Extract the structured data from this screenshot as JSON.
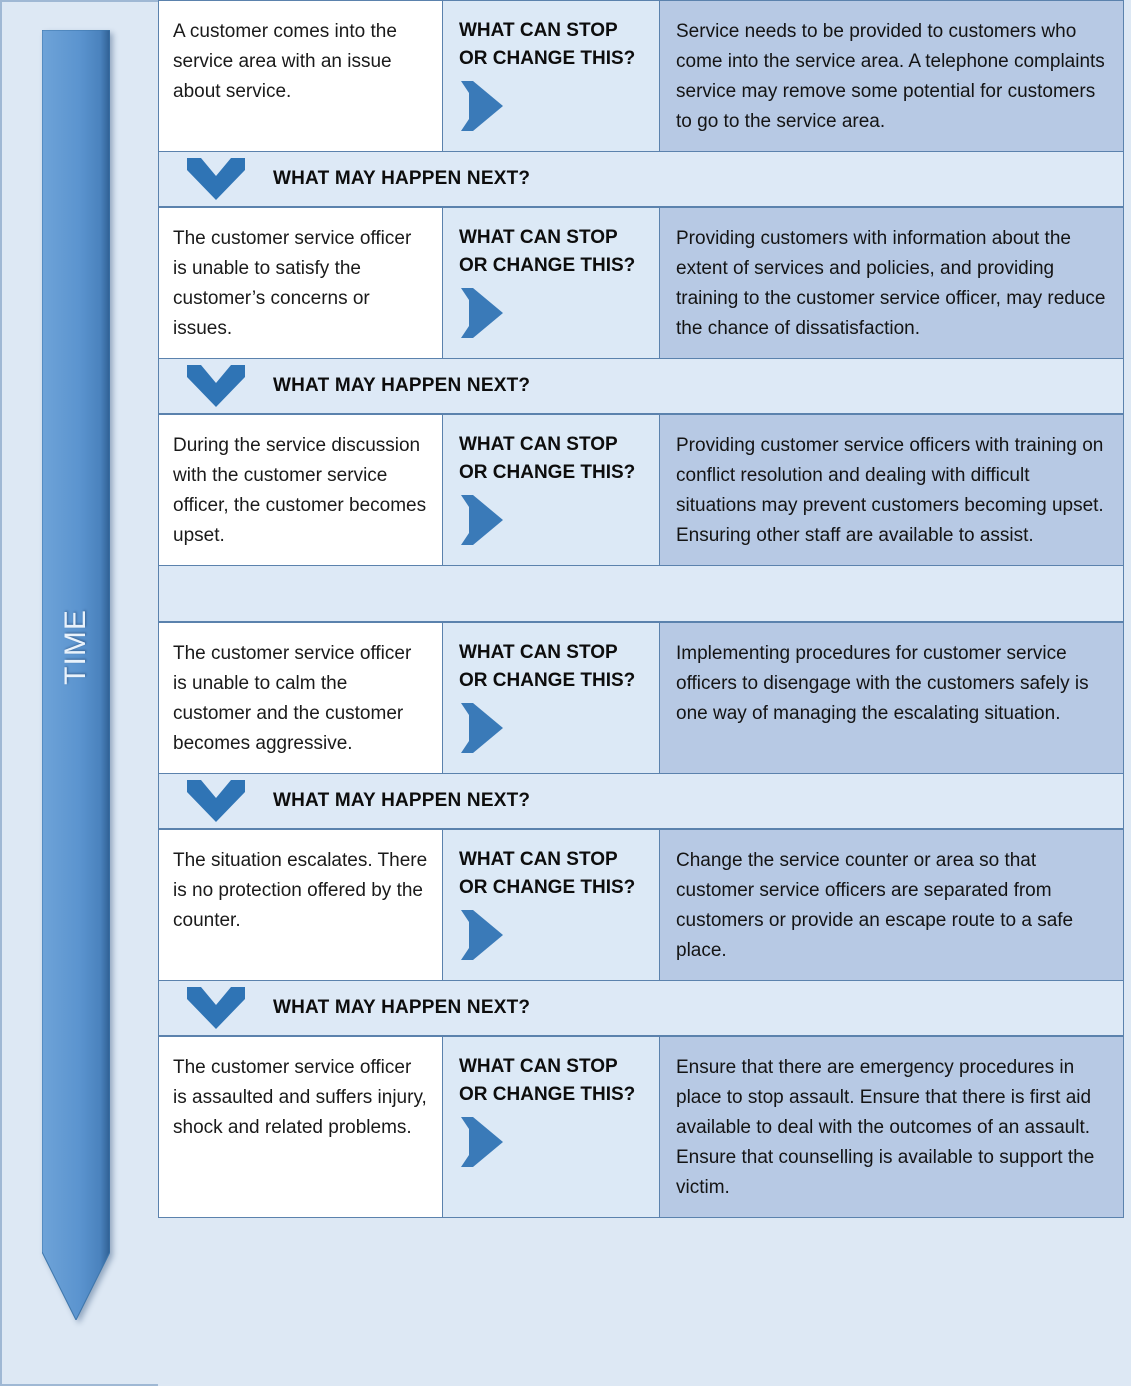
{
  "title": "Workplace violence escalation and control measures flowchart",
  "time_axis": {
    "label": "TIME",
    "direction": "downward",
    "icon": "down-arrow"
  },
  "colors": {
    "page_background": "#dde8f4",
    "scenario_cell": "#ffffff",
    "prompt_cell": "#dce9f6",
    "control_cell": "#b7c9e4",
    "separator_cell": "#dde9f6",
    "accent_blue": "#3a7ab8",
    "border": "#5b82ad",
    "time_arrow": "#5b94cf"
  },
  "prompt_label": {
    "line1": "WHAT CAN STOP",
    "line2": "OR CHANGE THIS?",
    "icon": "chevron-right-icon"
  },
  "separator_label": {
    "text": "WHAT MAY HAPPEN NEXT?",
    "icon": "chevron-down-icon"
  },
  "rows": [
    {
      "scenario": "A customer comes into the service area with an issue about service.",
      "prompt_line1": "WHAT CAN STOP",
      "prompt_line2": "OR CHANGE THIS?",
      "control": "Service needs to be provided to customers who come into the service area. A telephone complaints service may remove some potential for customers to go to the service area."
    },
    {
      "scenario": "The customer service officer is unable to satisfy the customer’s concerns or issues.",
      "prompt_line1": "WHAT CAN STOP",
      "prompt_line2": "OR CHANGE THIS?",
      "control": "Providing customers with information about the extent of services and policies, and providing training to the customer service officer, may reduce the chance of dissatisfaction."
    },
    {
      "scenario": "During the service discussion with the customer service officer, the customer becomes upset.",
      "prompt_line1": "WHAT CAN STOP",
      "prompt_line2": "OR CHANGE THIS?",
      "control": "Providing customer service officers with training on conflict resolution and dealing with difficult situations may prevent customers becoming upset. Ensuring other staff are available to assist."
    },
    {
      "scenario": "The customer service officer is unable to calm the customer and the customer becomes aggressive.",
      "prompt_line1": "WHAT CAN STOP",
      "prompt_line2": "OR CHANGE THIS?",
      "control": "Implementing procedures for customer service officers to disengage with the customers safely is one way of managing the escalating situation."
    },
    {
      "scenario": "The situation escalates. There is no protection offered by the counter.",
      "prompt_line1": "WHAT CAN STOP",
      "prompt_line2": "OR CHANGE THIS?",
      "control": "Change the service counter or area so that customer service officers are separated from customers or provide an escape route to a safe place."
    },
    {
      "scenario": "The customer service officer is assaulted and suffers injury, shock and related problems.",
      "prompt_line1": "WHAT CAN STOP",
      "prompt_line2": "OR CHANGE THIS?",
      "control": "Ensure that there are emergency procedures in place to stop assault. Ensure that there is first aid available to deal with the outcomes of an assault. Ensure that counselling is available to support the victim."
    }
  ],
  "separators": [
    {
      "text": "WHAT MAY HAPPEN NEXT?",
      "has_icon": true
    },
    {
      "text": "WHAT MAY HAPPEN NEXT?",
      "has_icon": true
    },
    {
      "text": "",
      "has_icon": false
    },
    {
      "text": "WHAT MAY HAPPEN NEXT?",
      "has_icon": true
    },
    {
      "text": "WHAT MAY HAPPEN NEXT?",
      "has_icon": true
    }
  ]
}
